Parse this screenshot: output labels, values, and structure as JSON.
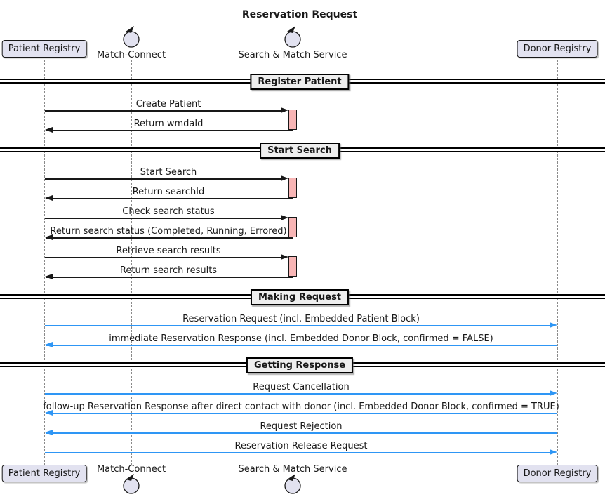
{
  "title": "Reservation Request",
  "participants": {
    "patient_registry": {
      "label": "Patient Registry",
      "type": "participant"
    },
    "match_connect": {
      "label": "Match-Connect",
      "type": "control"
    },
    "search_match_service": {
      "label": "Search & Match Service",
      "type": "control"
    },
    "donor_registry": {
      "label": "Donor Registry",
      "type": "participant"
    }
  },
  "dividers": [
    {
      "label": "Register Patient"
    },
    {
      "label": "Start Search"
    },
    {
      "label": "Making Request"
    },
    {
      "label": "Getting Response"
    }
  ],
  "messages": [
    {
      "label": "Create Patient",
      "from": "Patient Registry",
      "to": "Search & Match Service",
      "direction": "right",
      "color": "black"
    },
    {
      "label": "Return wmdaId",
      "from": "Search & Match Service",
      "to": "Patient Registry",
      "direction": "left",
      "color": "black"
    },
    {
      "label": "Start Search",
      "from": "Patient Registry",
      "to": "Search & Match Service",
      "direction": "right",
      "color": "black"
    },
    {
      "label": "Return searchId",
      "from": "Search & Match Service",
      "to": "Patient Registry",
      "direction": "left",
      "color": "black"
    },
    {
      "label": "Check search status",
      "from": "Patient Registry",
      "to": "Search & Match Service",
      "direction": "right",
      "color": "black"
    },
    {
      "label": "Return search status (Completed, Running, Errored)",
      "from": "Search & Match Service",
      "to": "Patient Registry",
      "direction": "left",
      "color": "black"
    },
    {
      "label": "Retrieve search results",
      "from": "Patient Registry",
      "to": "Search & Match Service",
      "direction": "right",
      "color": "black"
    },
    {
      "label": "Return search results",
      "from": "Search & Match Service",
      "to": "Patient Registry",
      "direction": "left",
      "color": "black"
    },
    {
      "label": "Reservation Request (incl. Embedded Patient Block)",
      "from": "Patient Registry",
      "to": "Donor Registry",
      "direction": "right",
      "color": "blue"
    },
    {
      "label": "immediate Reservation Response (incl. Embedded Donor Block, confirmed = FALSE)",
      "from": "Donor Registry",
      "to": "Patient Registry",
      "direction": "left",
      "color": "blue"
    },
    {
      "label": "Request Cancellation",
      "from": "Patient Registry",
      "to": "Donor Registry",
      "direction": "right",
      "color": "blue"
    },
    {
      "label": "follow-up Reservation Response after direct contact with donor (incl. Embedded Donor Block, confirmed = TRUE)",
      "from": "Donor Registry",
      "to": "Patient Registry",
      "direction": "left",
      "color": "blue"
    },
    {
      "label": "Request Rejection",
      "from": "Donor Registry",
      "to": "Patient Registry",
      "direction": "left",
      "color": "blue"
    },
    {
      "label": "Reservation Release Request",
      "from": "Patient Registry",
      "to": "Donor Registry",
      "direction": "right",
      "color": "blue"
    }
  ],
  "colors": {
    "participant_fill": "#E2E2F0",
    "participant_border": "#181818",
    "divider_fill": "#EEEEEE",
    "activation_fill": "#F8B5B5",
    "lifeline": "#8A8A8A",
    "message_black": "#181818",
    "message_blue": "#2E96F5"
  }
}
